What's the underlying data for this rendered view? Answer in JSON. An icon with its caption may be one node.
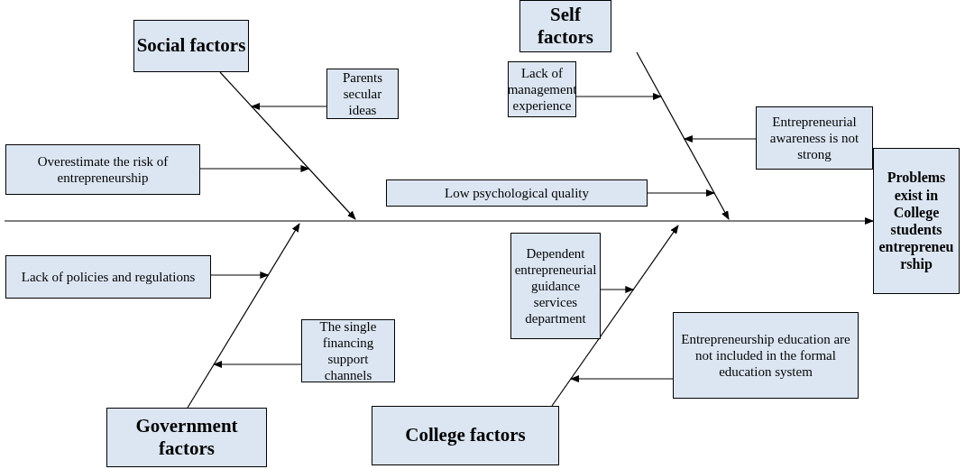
{
  "diagram": {
    "nodes": [
      {
        "text": [
          "Social factors"
        ]
      },
      {
        "text": [
          "Parents secular ideas"
        ]
      },
      {
        "text": [
          "Overestimate the risk of entrepreneurship"
        ]
      },
      {
        "text": [
          "Self factors"
        ]
      },
      {
        "text": [
          "Lack of management experience"
        ]
      },
      {
        "text": [
          "Entrepreneurial awareness is not strong"
        ]
      },
      {
        "text": [
          "Low psychological quality"
        ]
      },
      {
        "text": [
          "Problems exist in College students entrepreneurship"
        ]
      },
      {
        "text": [
          "Lack of policies and regulations"
        ]
      },
      {
        "text": [
          "The single financing support channels"
        ]
      },
      {
        "text": [
          "Government factors"
        ]
      },
      {
        "text": [
          "Dependent entrepreneurial guidance services department"
        ]
      },
      {
        "text": [
          "Entrepreneurship education are not included in the formal education system"
        ]
      },
      {
        "text": [
          "College factors"
        ]
      }
    ],
    "edges": [
      {
        "from": 0,
        "to": null,
        "arrow": "to"
      },
      {
        "from": 1,
        "to": null,
        "arrow": "to"
      },
      {
        "from": 2,
        "to": null,
        "arrow": "to"
      },
      {
        "from": 3,
        "to": null,
        "arrow": "to"
      },
      {
        "from": 4,
        "to": null,
        "arrow": "to"
      },
      {
        "from": 5,
        "to": null,
        "arrow": "to"
      },
      {
        "from": 6,
        "to": null,
        "arrow": "to"
      },
      {
        "from": null,
        "to": 7,
        "arrow": "to"
      },
      {
        "from": 10,
        "to": null,
        "arrow": "to"
      },
      {
        "from": 8,
        "to": null,
        "arrow": "to"
      },
      {
        "from": 9,
        "to": null,
        "arrow": "to"
      },
      {
        "from": 13,
        "to": null,
        "arrow": "to"
      },
      {
        "from": 11,
        "to": null,
        "arrow": "to"
      },
      {
        "from": 12,
        "to": null,
        "arrow": "to"
      }
    ]
  }
}
